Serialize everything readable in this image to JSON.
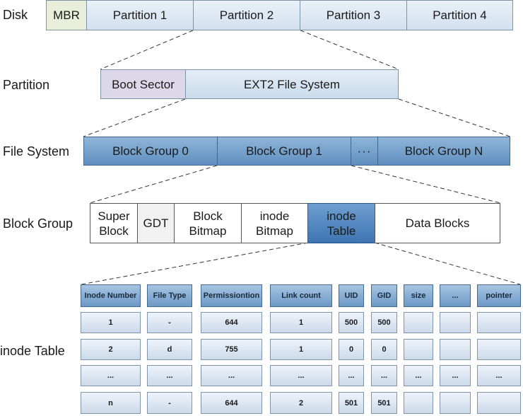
{
  "rows": {
    "disk": "Disk",
    "partition": "Partition",
    "file_system": "File System",
    "block_group": "Block Group",
    "inode_table": "inode Table"
  },
  "disk": {
    "mbr": "MBR",
    "partitions": [
      "Partition 1",
      "Partition 2",
      "Partition 3",
      "Partition 4"
    ]
  },
  "partition": {
    "boot_sector": "Boot Sector",
    "fs": "EXT2 File System"
  },
  "file_system": {
    "groups": [
      "Block Group 0",
      "Block Group 1",
      "···",
      "Block Group N"
    ]
  },
  "block_group": {
    "parts": [
      "Super\nBlock",
      "GDT",
      "Block\nBitmap",
      "inode\nBitmap",
      "inode\nTable",
      "Data Blocks"
    ]
  },
  "inode_table": {
    "headers": [
      "Inode Number",
      "File Type",
      "Permissiontion",
      "Link count",
      "UID",
      "GID",
      "size",
      "...",
      "pointer"
    ],
    "rows": [
      [
        "1",
        "-",
        "644",
        "1",
        "500",
        "500",
        "",
        "",
        ""
      ],
      [
        "2",
        "d",
        "755",
        "1",
        "0",
        "0",
        "",
        "",
        ""
      ],
      [
        "...",
        "...",
        "...",
        "...",
        "...",
        "...",
        "...",
        "...",
        "..."
      ],
      [
        "n",
        "-",
        "644",
        "2",
        "501",
        "501",
        "",
        "",
        ""
      ]
    ]
  },
  "colors": {
    "dashed_line": "#333333",
    "highlight": "#3e74b1",
    "header_fill": "#6c98c6"
  }
}
